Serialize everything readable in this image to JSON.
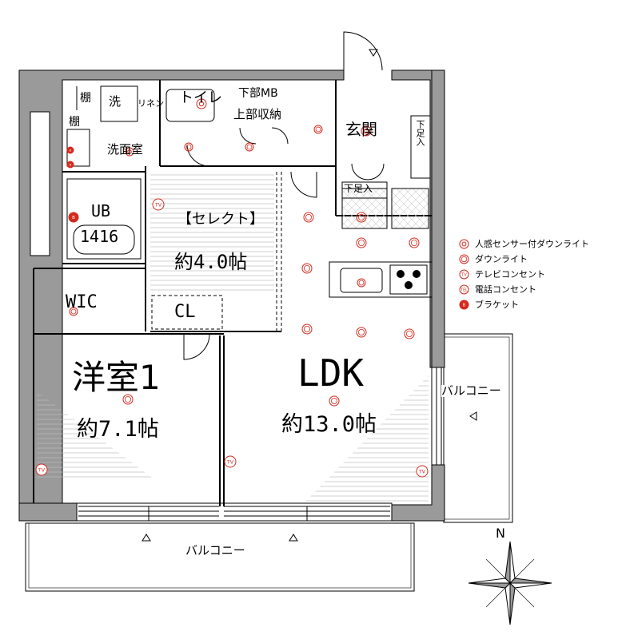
{
  "rooms": {
    "western_room": {
      "name": "洋室1",
      "size": "約7.1帖"
    },
    "select_room": {
      "name": "【セレクト】",
      "size": "約4.0帖"
    },
    "ldk": {
      "name": "LDK",
      "size": "約13.0帖"
    },
    "unit_bath": {
      "name": "UB",
      "size": "1416"
    },
    "wic": "WIC",
    "closet": "CL",
    "washroom": "洗面室",
    "toilet": "トイレ",
    "entrance": "玄関",
    "washer": "洗",
    "linen": "リネン",
    "shelf_upper": "棚",
    "shelf_lower": "棚",
    "lower_mb": "下部MB",
    "upper_storage": "上部収納",
    "shoe_storage_lower": "下足入",
    "shoe_storage_side": "下足入"
  },
  "balconies": {
    "south": "バルコニー",
    "east": "バルコニー"
  },
  "compass": {
    "north": "N"
  },
  "legend": [
    {
      "icon": "motion-sensor-downlight",
      "label": "人感センサー付ダウンライト"
    },
    {
      "icon": "downlight",
      "label": "ダウンライト"
    },
    {
      "icon": "tv-outlet",
      "label": "テレビコンセント"
    },
    {
      "icon": "phone-outlet",
      "label": "電話コンセント"
    },
    {
      "icon": "bracket-light",
      "label": "ブラケット"
    }
  ],
  "symbol_text": {
    "tv": "TV",
    "tel": "TEL",
    "bracket": "B"
  },
  "colors": {
    "wall": "#9a9a9a",
    "line": "#000000",
    "symbol": "#d42a1e",
    "hatch": "#9a9a9a"
  }
}
